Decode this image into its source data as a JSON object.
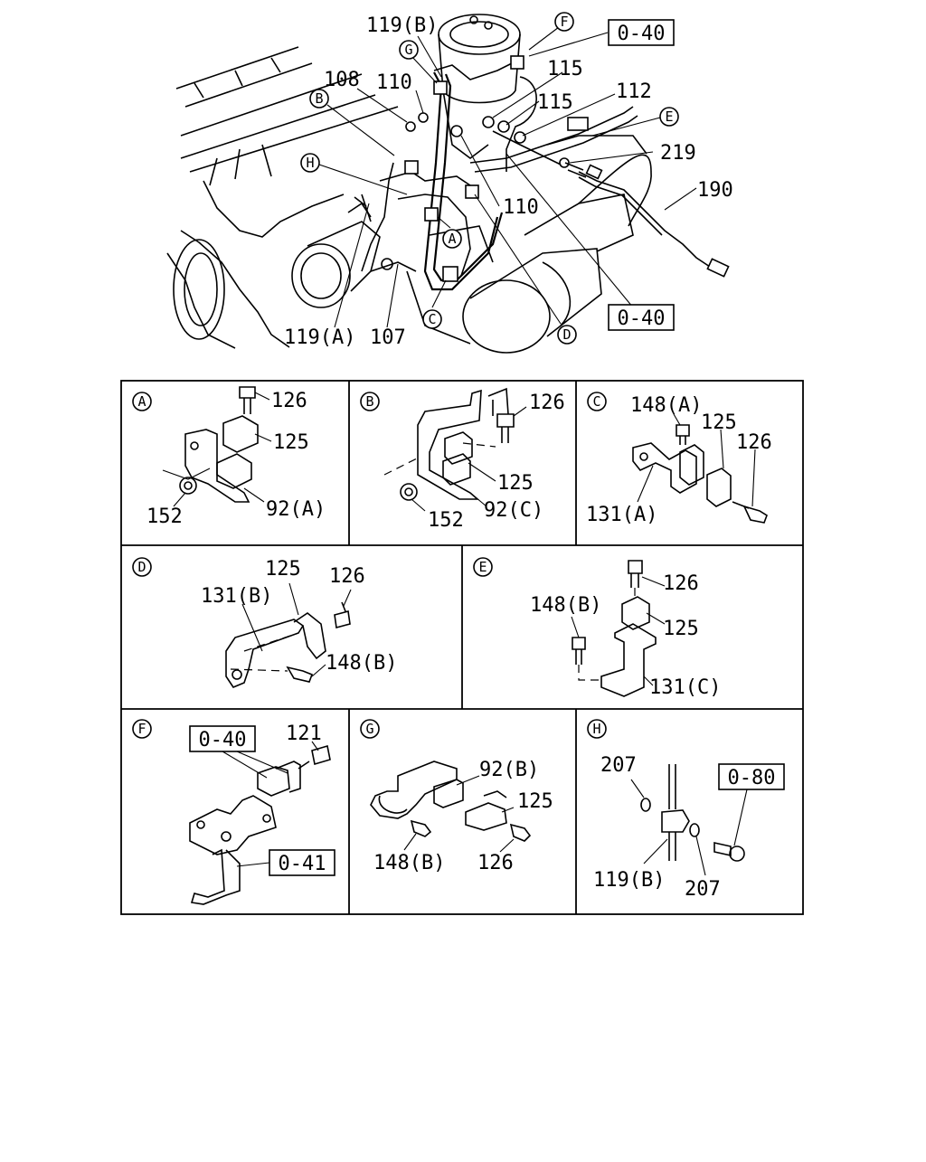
{
  "main_view": {
    "labels": {
      "l119b": "119(B)",
      "l108": "108",
      "l110a": "110",
      "l110b": "110",
      "l115a": "115",
      "l115b": "115",
      "l112": "112",
      "l219": "219",
      "l190": "190",
      "l119a": "119(A)",
      "l107": "107"
    },
    "circled": {
      "F": "F",
      "G": "G",
      "B": "B",
      "H": "H",
      "E": "E",
      "A": "A",
      "C": "C",
      "D": "D"
    },
    "refs": {
      "r040_top": "0-40",
      "r040_bottom": "0-40"
    }
  },
  "detail_panels": {
    "A": {
      "circle": "A",
      "p126": "126",
      "p125": "125",
      "p152": "152",
      "p92": "92(A)"
    },
    "B": {
      "circle": "B",
      "p126": "126",
      "p125": "125",
      "p152": "152",
      "p92": "92(C)"
    },
    "C": {
      "circle": "C",
      "p148": "148(A)",
      "p125": "125",
      "p126": "126",
      "p131": "131(A)"
    },
    "D": {
      "circle": "D",
      "p125": "125",
      "p126": "126",
      "p131": "131(B)",
      "p148": "148(B)"
    },
    "E": {
      "circle": "E",
      "p126": "126",
      "p148": "148(B)",
      "p125": "125",
      "p131": "131(C)"
    },
    "F": {
      "circle": "F",
      "p121": "121",
      "r040": "0-40",
      "r041": "0-41"
    },
    "G": {
      "circle": "G",
      "p92": "92(B)",
      "p125": "125",
      "p148": "148(B)",
      "p126": "126"
    },
    "H": {
      "circle": "H",
      "p207a": "207",
      "p207b": "207",
      "r080": "0-80",
      "p119": "119(B)"
    }
  }
}
